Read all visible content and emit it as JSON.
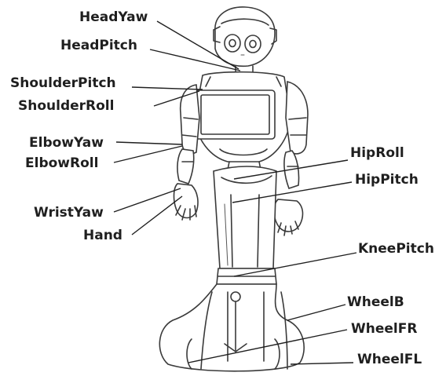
{
  "joints": [
    {
      "id": "head-yaw",
      "label": "HeadYaw"
    },
    {
      "id": "head-pitch",
      "label": "HeadPitch"
    },
    {
      "id": "shoulder-pitch",
      "label": "ShoulderPitch"
    },
    {
      "id": "shoulder-roll",
      "label": "ShoulderRoll"
    },
    {
      "id": "elbow-yaw",
      "label": "ElbowYaw"
    },
    {
      "id": "elbow-roll",
      "label": "ElbowRoll"
    },
    {
      "id": "wrist-yaw",
      "label": "WristYaw"
    },
    {
      "id": "hand",
      "label": "Hand"
    },
    {
      "id": "hip-roll",
      "label": "HipRoll"
    },
    {
      "id": "hip-pitch",
      "label": "HipPitch"
    },
    {
      "id": "knee-pitch",
      "label": "KneePitch"
    },
    {
      "id": "wheel-b",
      "label": "WheelB"
    },
    {
      "id": "wheel-fr",
      "label": "WheelFR"
    },
    {
      "id": "wheel-fl",
      "label": "WheelFL"
    }
  ]
}
